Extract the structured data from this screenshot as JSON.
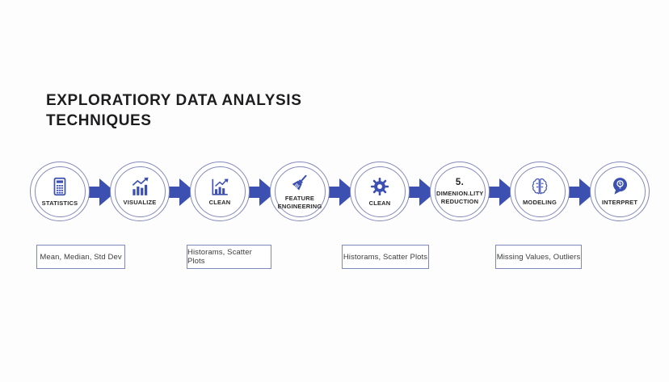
{
  "title": {
    "line1": "EXPLORATIORY DATA ANALYSIS",
    "line2": "TECHNIQUES"
  },
  "colors": {
    "accent_blue": "#3c50b1",
    "ring_gray_blue": "#8489bb",
    "title_text": "#1d1d1f",
    "background": "#fdfdfd"
  },
  "flow": {
    "steps": [
      {
        "label": "STATISTICS",
        "icon": "calculator-icon"
      },
      {
        "label": "VISUALIZE",
        "icon": "bar-chart-rising-icon"
      },
      {
        "label": "CLEAN",
        "icon": "chart-axis-rising-icon"
      },
      {
        "label": "FEATURE ENGINEERING",
        "icon": "broom-icon"
      },
      {
        "label": "CLEAN",
        "icon": "gear-icon"
      },
      {
        "number": "5.",
        "label": "DIMENION.LITY REDUCTION",
        "icon": ""
      },
      {
        "label": "MODELING",
        "icon": "brain-icon"
      },
      {
        "label": "INTERPRET",
        "icon": "lightbulb-bubble-icon"
      }
    ]
  },
  "notes": [
    {
      "text": "Mean, Median, Std Dev"
    },
    {
      "text": "Historams, Scatter Plots"
    },
    {
      "text": "Historams, Scatter Plots"
    },
    {
      "text": "Missing Values, Outliers"
    }
  ]
}
